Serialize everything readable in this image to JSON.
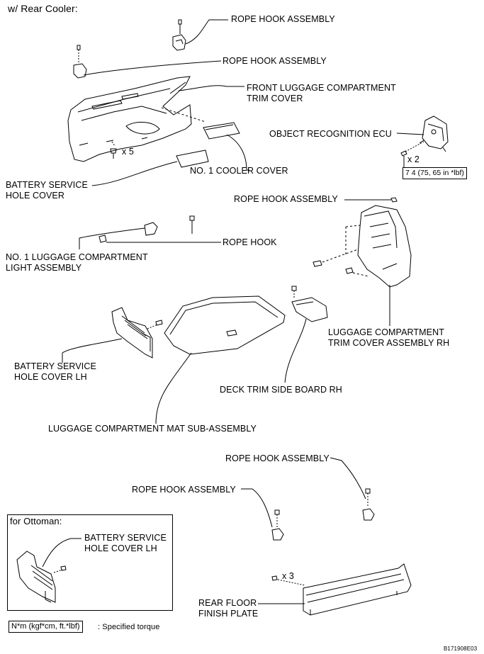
{
  "header": {
    "title": "w/ Rear Cooler:"
  },
  "labels": {
    "rope_hook_assembly_1": "ROPE HOOK ASSEMBLY",
    "rope_hook_assembly_2": "ROPE HOOK ASSEMBLY",
    "front_trim_cover": "FRONT LUGGAGE COMPARTMENT\nTRIM COVER",
    "object_recognition_ecu": "OBJECT RECOGNITION ECU",
    "ecu_qty": "x 2",
    "ecu_torque": "7 4 (75, 65 in *lbf)",
    "clip_qty": "x 5",
    "no1_cooler_cover": "NO. 1 COOLER COVER",
    "battery_service_hole_cover": "BATTERY SERVICE\nHOLE COVER",
    "rope_hook_assembly_3": "ROPE HOOK ASSEMBLY",
    "rope_hook": "ROPE HOOK",
    "no1_luggage_light": "NO. 1 LUGGAGE COMPARTMENT\nLIGHT ASSEMBLY",
    "trim_cover_assembly_rh": "LUGGAGE COMPARTMENT\nTRIM COVER ASSEMBLY RH",
    "battery_service_hole_cover_lh": "BATTERY SERVICE\nHOLE COVER LH",
    "deck_trim_side_board_rh": "DECK TRIM SIDE BOARD RH",
    "luggage_mat": "LUGGAGE COMPARTMENT MAT SUB-ASSEMBLY",
    "rope_hook_assembly_4": "ROPE HOOK ASSEMBLY",
    "rope_hook_assembly_5": "ROPE HOOK ASSEMBLY",
    "plate_qty": "x 3",
    "rear_floor_finish_plate": "REAR FLOOR\nFINISH PLATE"
  },
  "ottoman_box": {
    "title": "for Ottoman:",
    "label": "BATTERY SERVICE\nHOLE COVER LH"
  },
  "legend": {
    "torque_unit": "N*m (kgf*cm, ft.*lbf)",
    "torque_text": ": Specified torque"
  },
  "figure_code": "B171908E03"
}
